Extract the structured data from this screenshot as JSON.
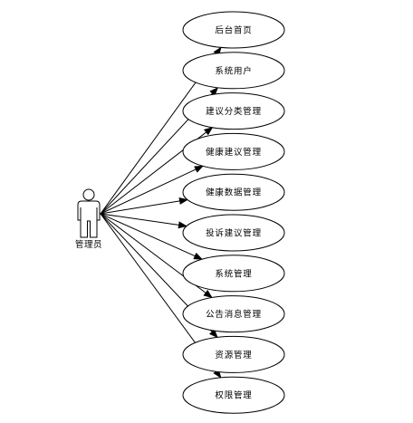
{
  "actor": {
    "label": "管理员",
    "icon": "person-icon"
  },
  "use_cases": [
    {
      "label": "后台首页"
    },
    {
      "label": "系统用户"
    },
    {
      "label": "建议分类管理"
    },
    {
      "label": "健康建议管理"
    },
    {
      "label": "健康数据管理"
    },
    {
      "label": "投诉建议管理"
    },
    {
      "label": "系统管理"
    },
    {
      "label": "公告消息管理"
    },
    {
      "label": "资源管理"
    },
    {
      "label": "权限管理"
    }
  ],
  "colors": {
    "stroke": "#000000",
    "fill": "#ffffff"
  }
}
